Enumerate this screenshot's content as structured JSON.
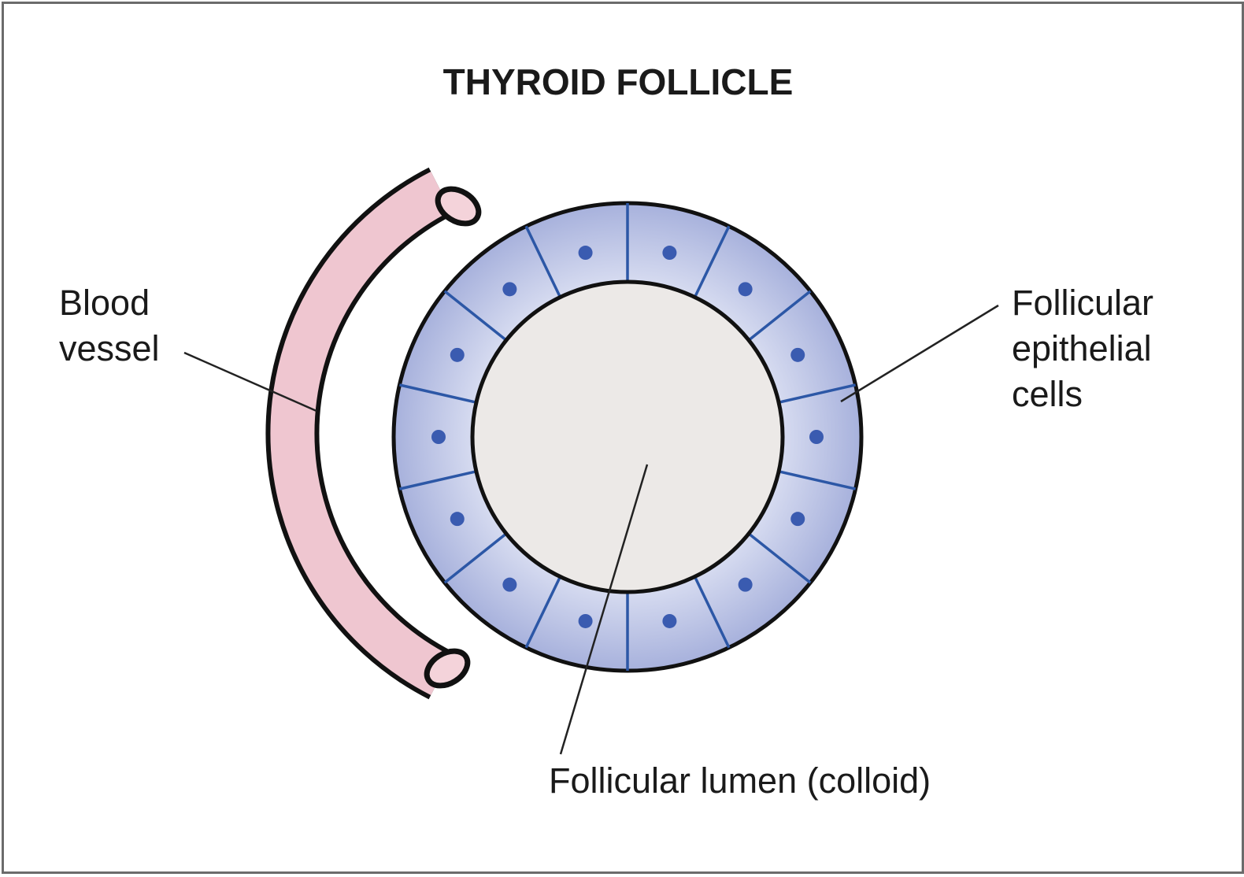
{
  "title": "THYROID FOLLICLE",
  "labels": {
    "blood_vessel": [
      "Blood",
      "vessel"
    ],
    "epithelial_cells": [
      "Follicular",
      "epithelial",
      "cells"
    ],
    "lumen": "Follicular lumen (colloid)"
  },
  "colors": {
    "cell_layer": "#a7b1dc",
    "cell_layer_center": "#dfe3f4",
    "cell_border": "#2c57a6",
    "nucleus": "#3a5bb0",
    "colloid": "#ece9e7",
    "vessel": "#efc6d0",
    "outline": "#111111",
    "frame": "#6b6b6b"
  },
  "follicle": {
    "cell_count": 14
  }
}
